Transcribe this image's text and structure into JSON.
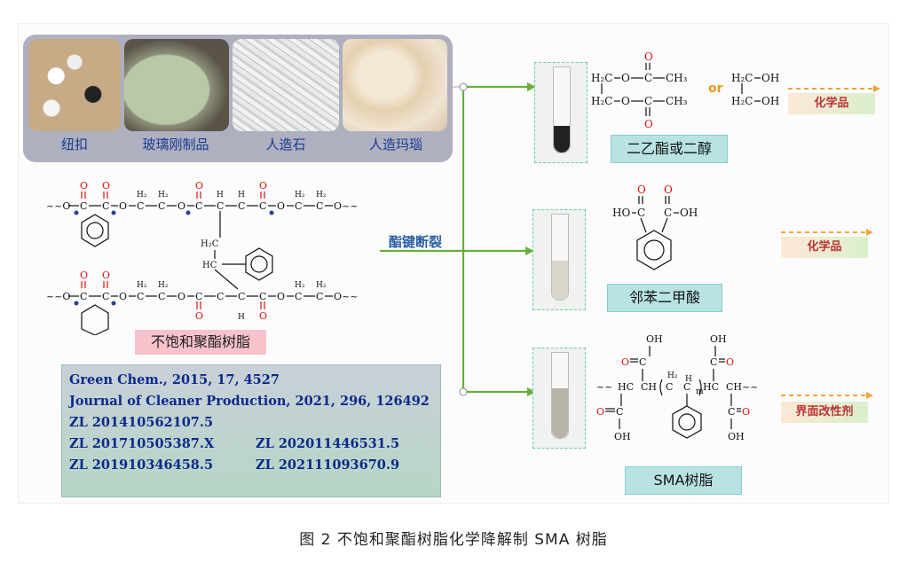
{
  "photos": [
    {
      "caption": "纽扣"
    },
    {
      "caption": "玻璃刚制品"
    },
    {
      "caption": "人造石"
    },
    {
      "caption": "人造玛瑙"
    }
  ],
  "resin_label": "不饱和聚酯树脂",
  "arrow_label": "酯键断裂",
  "references": [
    "Green Chem., 2015, 17, 4527",
    "Journal of Cleaner Production, 2021, 296, 126492",
    "ZL 201410562107.5",
    "ZL 201710505387.X",
    "ZL 202011446531.5",
    "ZL 201910346458.5",
    "ZL 202111093670.9"
  ],
  "products": [
    {
      "label": "二乙酯或二醇",
      "tag": "化学品",
      "or_text": "or"
    },
    {
      "label": "邻苯二甲酸",
      "tag": "化学品"
    },
    {
      "label": "SMA树脂",
      "tag": "界面改性剂"
    }
  ],
  "caption": "图 2  不饱和聚酯树脂化学降解制 SMA 树脂",
  "colors": {
    "arrow": "#6aae3f",
    "oxygen": "#d11",
    "teal": "#b9e3e3"
  }
}
